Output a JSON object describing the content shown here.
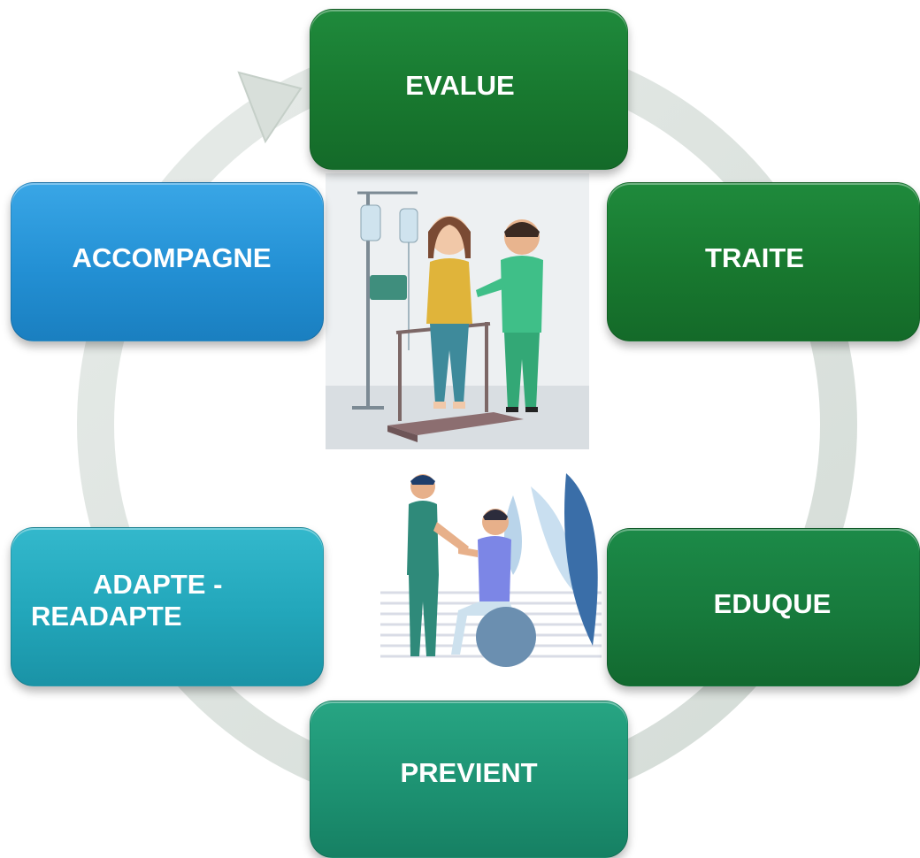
{
  "diagram": {
    "type": "cycle",
    "steps": [
      {
        "id": "evalue",
        "label": "EVALUE",
        "color": "#18782f"
      },
      {
        "id": "traite",
        "label": "TRAITE",
        "color": "#18782f"
      },
      {
        "id": "eduque",
        "label": "EDUQUE",
        "color": "#177a3c"
      },
      {
        "id": "previent",
        "label": "PREVIENT",
        "color": "#1d9272"
      },
      {
        "id": "adapte",
        "label_line1": "ADAPTE -",
        "label_line2": "READAPTE",
        "color": "#22a6ba"
      },
      {
        "id": "accompagne",
        "label": "ACCOMPAGNE",
        "color": "#2390d4"
      }
    ],
    "ring_color": "#d3dcd6",
    "illustrations": [
      {
        "id": "rehab-walking",
        "icon": "physiotherapist-parallel-bars-illustration"
      },
      {
        "id": "rehab-ball",
        "icon": "physiotherapist-exercise-ball-illustration"
      }
    ]
  }
}
